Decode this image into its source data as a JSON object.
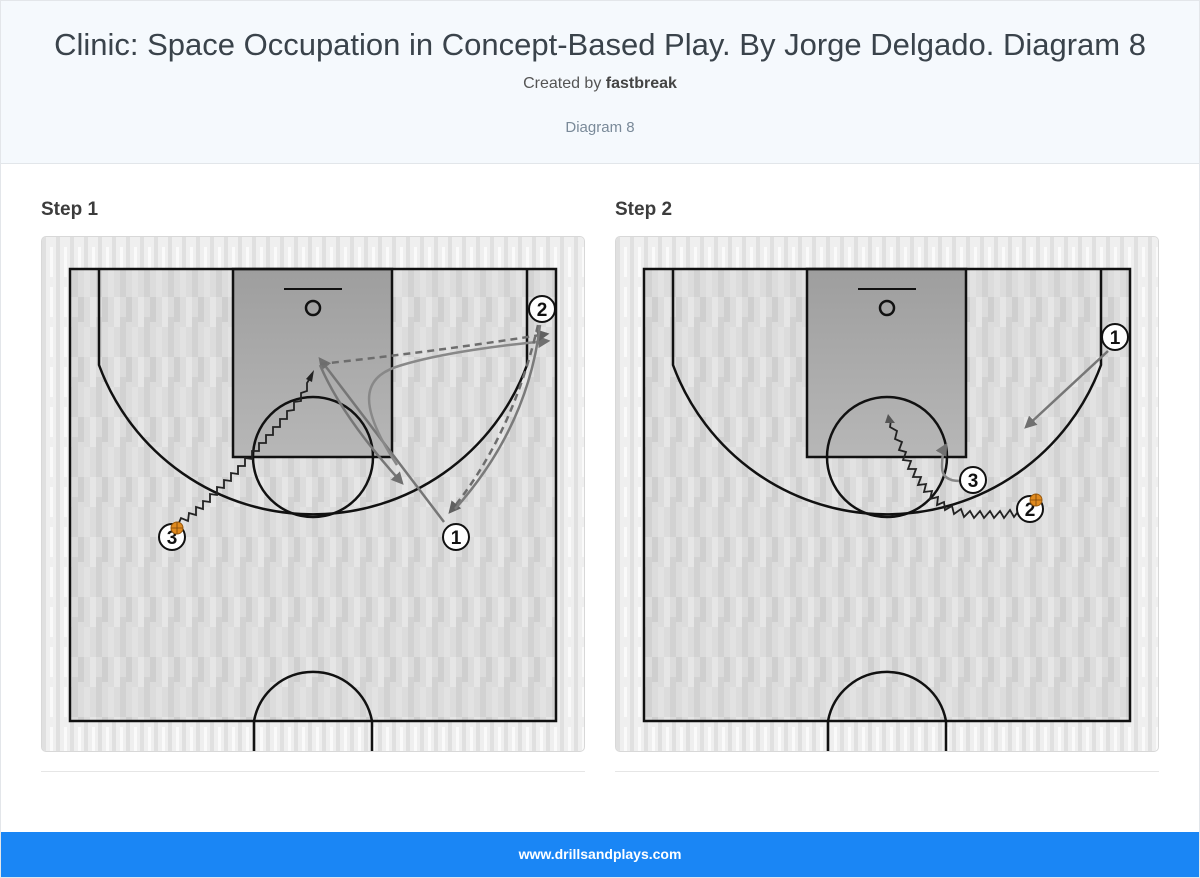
{
  "header": {
    "title": "Clinic: Space Occupation in Concept-Based Play. By Jorge Delgado. Diagram 8",
    "created_by_prefix": "Created by",
    "author": "fastbreak",
    "subtitle": "Diagram 8"
  },
  "steps": [
    {
      "label": "Step 1",
      "players": [
        {
          "id": "p1",
          "label": "1"
        },
        {
          "id": "p2",
          "label": "2"
        },
        {
          "id": "p3",
          "label": "3",
          "has_ball": true
        }
      ]
    },
    {
      "label": "Step 2",
      "players": [
        {
          "id": "p1",
          "label": "1"
        },
        {
          "id": "p2",
          "label": "2",
          "has_ball": true
        },
        {
          "id": "p3",
          "label": "3"
        }
      ]
    }
  ],
  "footer": {
    "site": "www.drillsandplays.com"
  },
  "colors": {
    "header_bg": "#f5f9fd",
    "footer_bg": "#1a86f5",
    "court_line": "#111111",
    "paint": "#a8a8a8",
    "move_arrow": "#777777",
    "ball": "#e08a1e"
  }
}
